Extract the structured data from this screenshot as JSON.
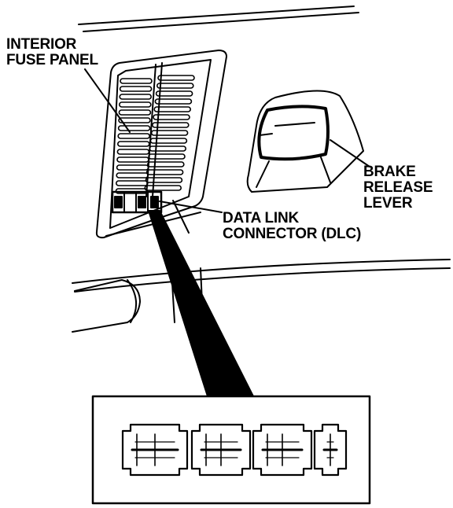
{
  "labels": {
    "interior_fuse_panel": [
      "INTERIOR",
      "FUSE PANEL"
    ],
    "brake_release_lever": [
      "BRAKE",
      "RELEASE",
      "LEVER"
    ],
    "data_link_connector": [
      "DATA LINK",
      "CONNECTOR (DLC)"
    ]
  },
  "colors": {
    "ink": "#000000",
    "paper": "#ffffff"
  }
}
